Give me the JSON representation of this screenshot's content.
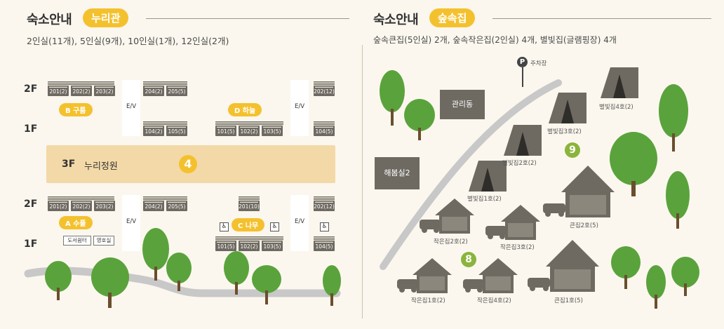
{
  "left": {
    "heading": "숙소안내",
    "badge": "누리관",
    "subtitle": "2인실(11개), 5인실(9개), 10인실(1개), 12인실(2개)",
    "floor_labels": {
      "upper_2f": "2F",
      "upper_1f": "1F",
      "garden_3f": "3F",
      "lower_2f": "2F",
      "lower_1f": "1F"
    },
    "ev_label": "E/V",
    "zones": {
      "b": "B 구름",
      "d": "D 하늘",
      "a": "A 수풀",
      "c": "C 나무"
    },
    "garden_name": "누리정원",
    "garden_number": "4",
    "rooms": {
      "upper_2f_left": [
        "201(2)",
        "202(2)",
        "203(2)"
      ],
      "upper_2f_mid": [
        "204(2)",
        "205(5)"
      ],
      "upper_2f_right": [
        "202(12)"
      ],
      "upper_1f_mid": [
        "104(2)",
        "105(5)"
      ],
      "upper_1f_center": [
        "101(5)",
        "102(2)",
        "103(5)"
      ],
      "upper_1f_right": [
        "104(5)"
      ],
      "lower_2f_left": [
        "201(2)",
        "202(2)",
        "203(2)"
      ],
      "lower_2f_mid": [
        "204(2)",
        "205(5)"
      ],
      "lower_2f_center": [
        "201(10)"
      ],
      "lower_2f_right": [
        "202(12)"
      ],
      "lower_1f_center": [
        "101(5)",
        "102(2)",
        "103(5)"
      ],
      "lower_1f_right": [
        "104(5)"
      ]
    },
    "facilities": {
      "library": "도서쉼터",
      "nursing": "영호실"
    },
    "icons": {
      "accessible": "wheelchair-icon",
      "tree": "tree-icon"
    }
  },
  "right": {
    "heading": "숙소안내",
    "badge": "숲속집",
    "subtitle": "숲속큰집(5인실) 2개, 숲속작은집(2인실) 4개, 별빛집(글램핑장) 4개",
    "parking": "주차장",
    "parking_icon_letter": "P",
    "buildings": {
      "office": "관리동",
      "nursing_room": "해봄실2"
    },
    "numbers": {
      "nine": "9",
      "eight": "8"
    },
    "tents": [
      "별빛집1호(2)",
      "별빛집2호(2)",
      "별빛집3호(2)",
      "별빛집4호(2)"
    ],
    "small_houses": [
      "작은집1호(2)",
      "작은집2호(2)",
      "작은집3호(2)",
      "작은집4호(2)"
    ],
    "big_houses": [
      "큰집1호(5)",
      "큰집2호(5)"
    ]
  },
  "colors": {
    "badge_yellow": "#f4c12e",
    "number_green": "#8ab43c",
    "building_gray": "#6e6a62",
    "tree_green": "#5aa33c",
    "road_gray": "#c8c8c8",
    "background": "#fbf7ee"
  }
}
